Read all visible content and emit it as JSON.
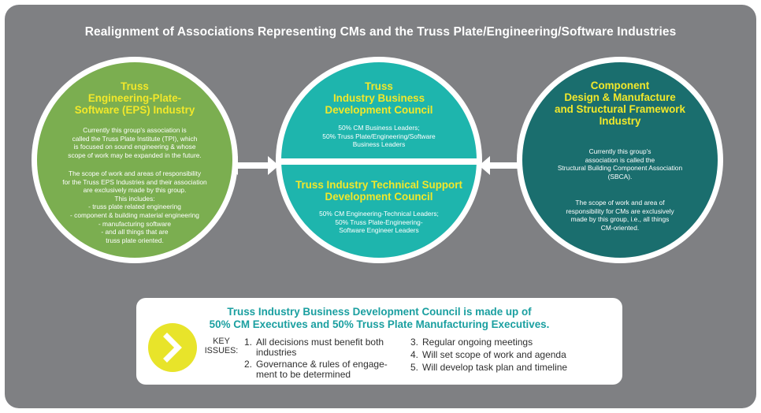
{
  "title": "Realignment of Associations Representing CMs and the Truss Plate/Engineering/Software Industries",
  "colors": {
    "background": "#7f8083",
    "left_circle": "#7bae50",
    "middle_circle": "#1eb5ad",
    "right_circle": "#1a6e6e",
    "heading_yellow": "#f2e82a",
    "accent_teal": "#1a9fa0",
    "arrow_yellow": "#e8e42a"
  },
  "left": {
    "heading": [
      "Truss",
      "Engineering-Plate-",
      "Software (EPS) Industry"
    ],
    "para1": [
      "Currently this group's association is",
      "called the Truss Plate Institute (TPI), which",
      "is focused on sound engineering & whose",
      "scope of work may be expanded in the future."
    ],
    "para2": [
      "The scope of work and areas of responsibility",
      "for the Truss EPS Industries and their association",
      "are exclusively made by this group.",
      "This includes:",
      "- truss plate related engineering",
      "- component & building material engineering",
      "- manufacturing software",
      "- and all things that are",
      "truss plate oriented."
    ]
  },
  "middle_top": {
    "heading": [
      "Truss",
      "Industry Business",
      "Development Council"
    ],
    "body": [
      "50% CM Business Leaders;",
      "50% Truss Plate/Engineering/Software",
      "Business Leaders"
    ]
  },
  "middle_bottom": {
    "heading": [
      "Truss Industry Technical Support",
      "Development Council"
    ],
    "body": [
      "50% CM Engineering-Technical Leaders;",
      "50% Truss Plate-Engineering-",
      "Software Engineer Leaders"
    ]
  },
  "right": {
    "heading": [
      "Component",
      "Design & Manufacture",
      "and Structural Framework",
      "Industry"
    ],
    "para1": [
      "Currently this group's",
      "association is called the",
      "Structural Building Component Association",
      "(SBCA)."
    ],
    "para2": [
      "The scope of work and area of",
      "responsibility for CMs are exclusively",
      "made by this group, i.e., all things",
      "CM-oriented."
    ]
  },
  "bottom": {
    "heading": [
      "Truss Industry Business Development Council is made up of",
      "50% CM Executives and 50% Truss Plate Manufacturing Executives."
    ],
    "key_issues_label": [
      "KEY",
      "ISSUES:"
    ],
    "issues_left": [
      {
        "n": "1.",
        "t": "All decisions must benefit both\nindustries"
      },
      {
        "n": "2.",
        "t": "Governance & rules of engage-\nment to be determined"
      }
    ],
    "issues_right": [
      {
        "n": "3.",
        "t": "Regular ongoing meetings"
      },
      {
        "n": "4.",
        "t": "Will set scope of work and agenda"
      },
      {
        "n": "5.",
        "t": "Will develop task plan and timeline"
      }
    ]
  }
}
